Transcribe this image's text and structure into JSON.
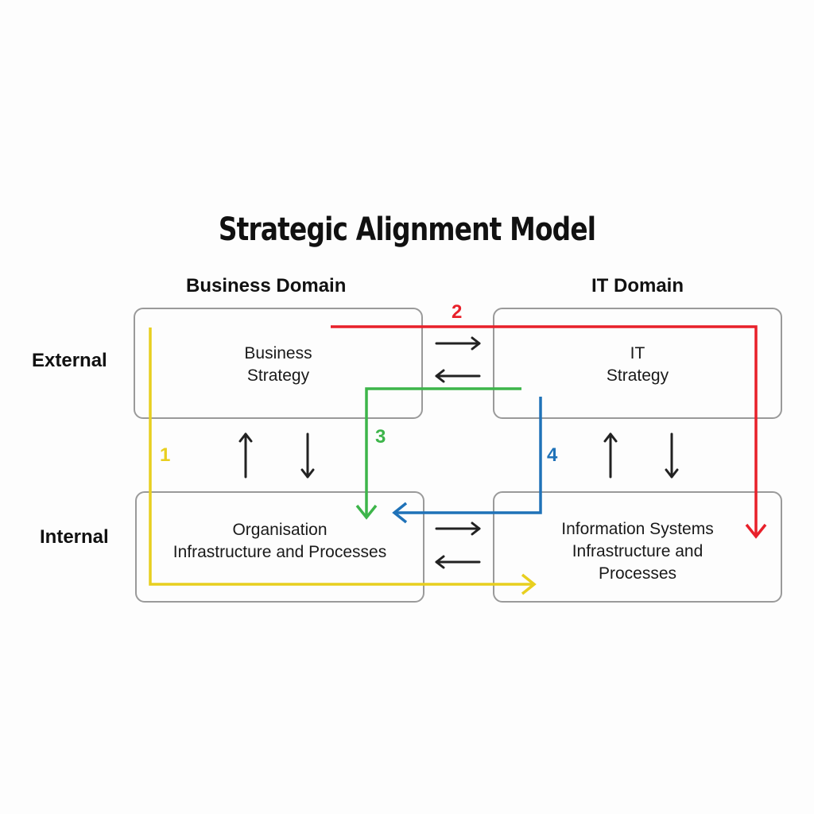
{
  "title": "Strategic Alignment Model",
  "columns": {
    "business": "Business Domain",
    "it": "IT Domain"
  },
  "rows": {
    "external": "External",
    "internal": "Internal"
  },
  "boxes": {
    "business_strategy": [
      "Business",
      "Strategy"
    ],
    "it_strategy": [
      "IT",
      "Strategy"
    ],
    "org_infrastructure": [
      "Organisation",
      "Infrastructure and Processes"
    ],
    "is_infrastructure": [
      "Information Systems",
      "Infrastructure and",
      "Processes"
    ]
  },
  "paths": [
    {
      "label": "1",
      "color": "#e8cf1f"
    },
    {
      "label": "2",
      "color": "#e8202a"
    },
    {
      "label": "3",
      "color": "#3db54a"
    },
    {
      "label": "4",
      "color": "#1f72b8"
    }
  ],
  "colors": {
    "box_border": "#9a9a9a",
    "arrow_black": "#222222",
    "text": "#111111"
  }
}
